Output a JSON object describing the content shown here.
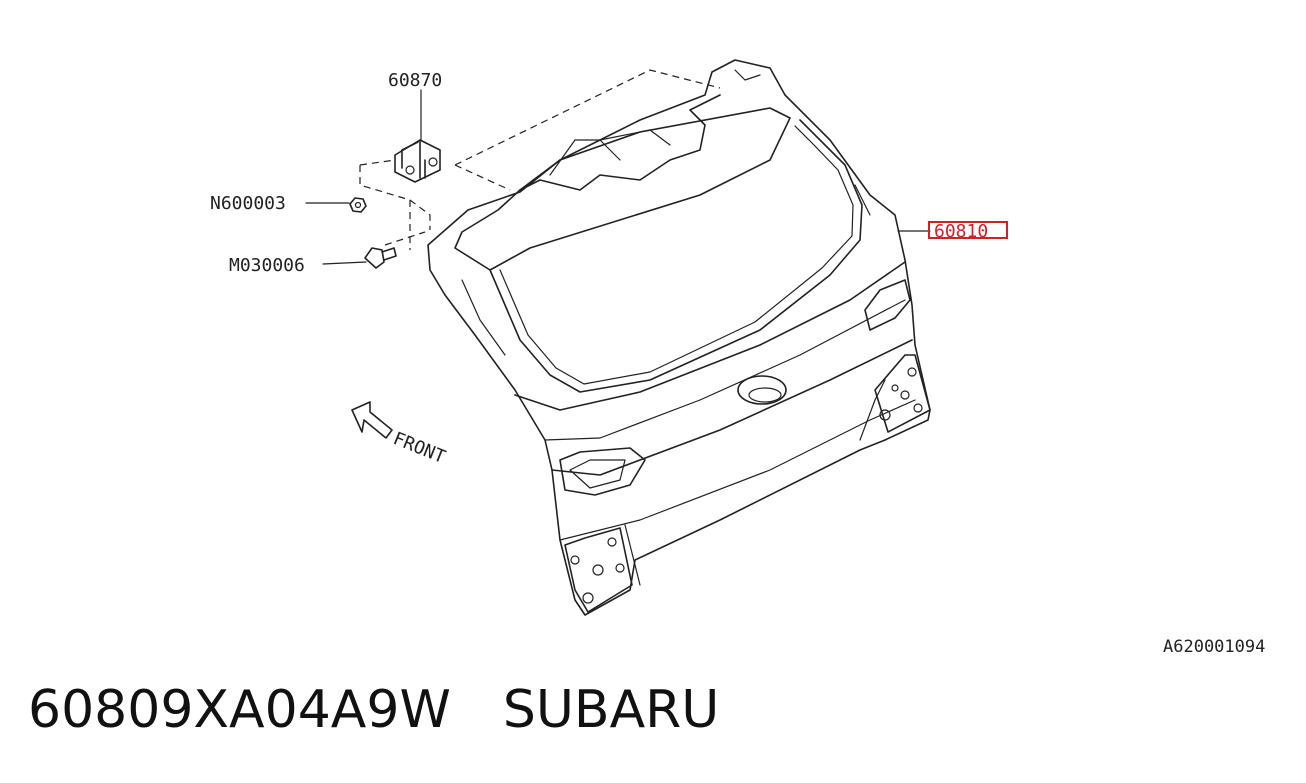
{
  "labels": {
    "hinge": "60870",
    "nut": "N600003",
    "bolt": "M030006",
    "gate": "60810",
    "direction": "FRONT",
    "drawing_code": "A620001094"
  },
  "highlight": {
    "color": "#d0202a",
    "target": "gate"
  },
  "footer": {
    "part_number": "60809XA04A9W",
    "brand": "SUBARU"
  }
}
